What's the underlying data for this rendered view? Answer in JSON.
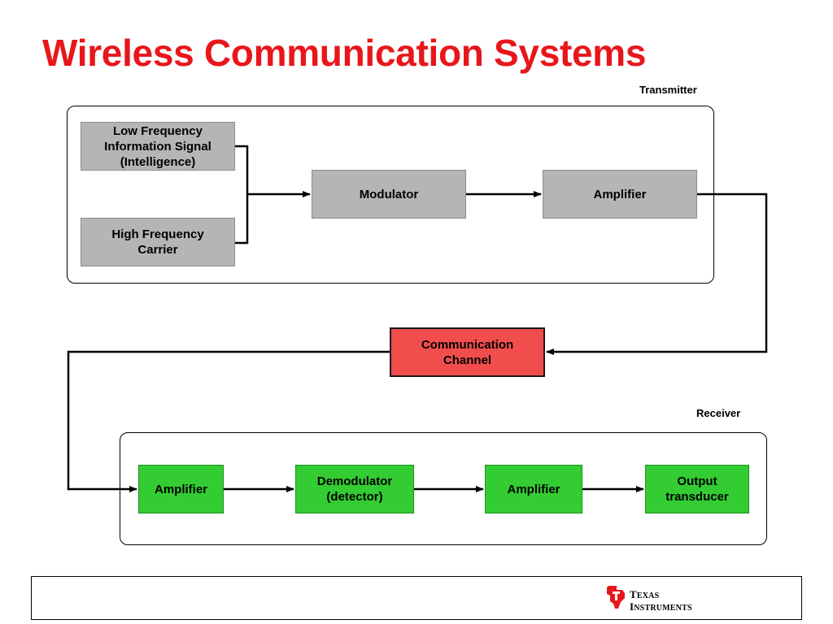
{
  "title": "Wireless Communication Systems",
  "transmitter": {
    "label": "Transmitter",
    "blocks": {
      "low_freq": "Low Frequency\nInformation Signal\n(Intelligence)",
      "high_freq": "High Frequency\nCarrier",
      "modulator": "Modulator",
      "amplifier": "Amplifier"
    }
  },
  "channel": {
    "label": "Communication\nChannel"
  },
  "receiver": {
    "label": "Receiver",
    "blocks": {
      "amplifier_in": "Amplifier",
      "demodulator": "Demodulator\n(detector)",
      "amplifier_out": "Amplifier",
      "output": "Output\ntransducer"
    }
  },
  "footer": {
    "logo_line1_first": "T",
    "logo_line1_rest": "EXAS",
    "logo_line2_first": "I",
    "logo_line2_rest": "NSTRUMENTS"
  },
  "colors": {
    "title": "#e8161b",
    "transmitter_block": "#b5b5b5",
    "channel_block": "#f24d4d",
    "receiver_block": "#33cc33",
    "logo": "#e8161b"
  }
}
